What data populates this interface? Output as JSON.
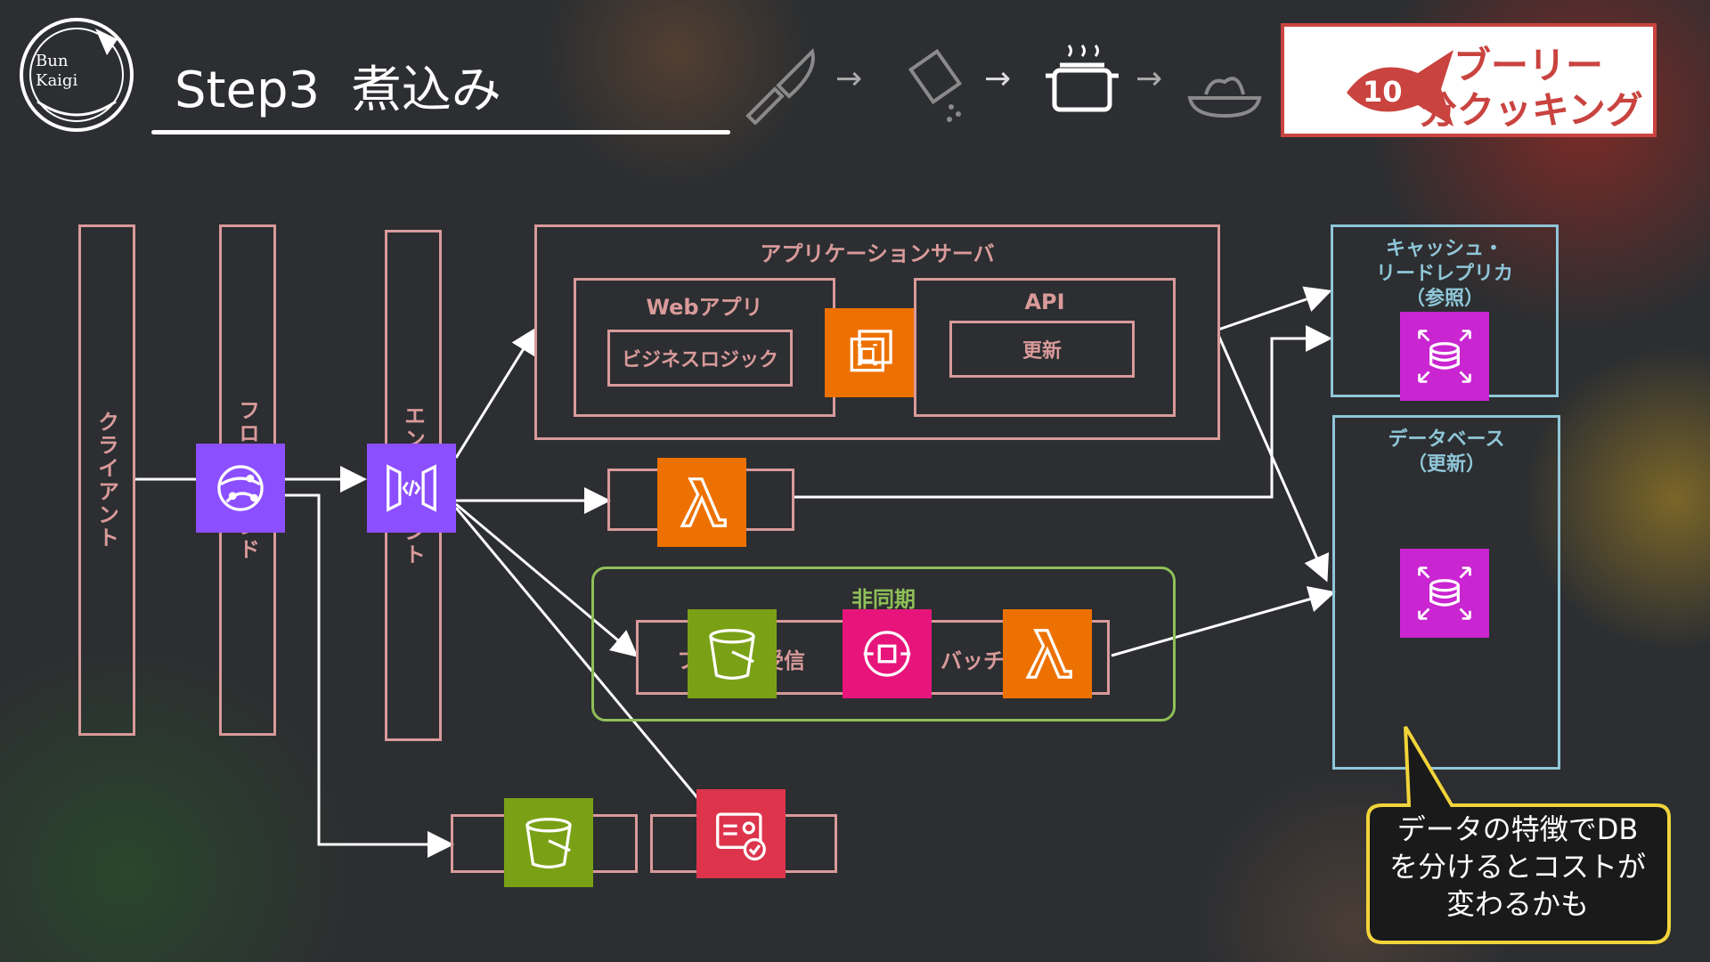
{
  "header": {
    "title": "Step3  煮込み",
    "logo_text": "Bun Kaigi",
    "brand_line1": "ブーリー",
    "brand_line2": "分クッキング",
    "brand_number": "10",
    "progress_arrows": [
      "→",
      "→",
      "→"
    ]
  },
  "tiers": {
    "client": "クライアント",
    "frontend": "フロントエンド",
    "endpoint": "エンドポイント"
  },
  "app_server": {
    "title": "アプリケーションサーバ",
    "webapp_title": "Webアプリ",
    "business_logic": "ビジネスロジック",
    "api_title": "API",
    "update": "更新"
  },
  "async": {
    "title": "非同期",
    "receive": "ファイル受信",
    "batch": "バッチ"
  },
  "cache": {
    "title_line1": "キャッシュ・",
    "title_line2": "リードレプリカ",
    "title_line3": "（参照）"
  },
  "database": {
    "title_line1": "データベース",
    "title_line2": "（更新）"
  },
  "callout": {
    "line1": "データの特徴でDB",
    "line2": "を分けるとコストが",
    "line3": "変わるかも"
  },
  "colors": {
    "tier_border": "#d99a9a",
    "db_border": "#8fc6d8",
    "async_border": "#8fbf58",
    "lambda": "#ed7100",
    "compute": "#ed7100",
    "network": "#8c4fff",
    "storage": "#7aa116",
    "database": "#c925d1",
    "integration": "#e7157b",
    "security": "#dd344c",
    "callout_bg": "#1a1a1a",
    "callout_border": "#f2d43b",
    "brand_red": "#c9433f"
  },
  "icons": {
    "cloudfront": "cloudfront-icon",
    "api_gateway": "api-gateway-icon",
    "ec2": "ec2-chip-icon",
    "lambda": "lambda-icon",
    "s3": "s3-bucket-icon",
    "sqs": "sqs-icon",
    "rds": "rds-icon",
    "cognito": "cognito-icon"
  }
}
